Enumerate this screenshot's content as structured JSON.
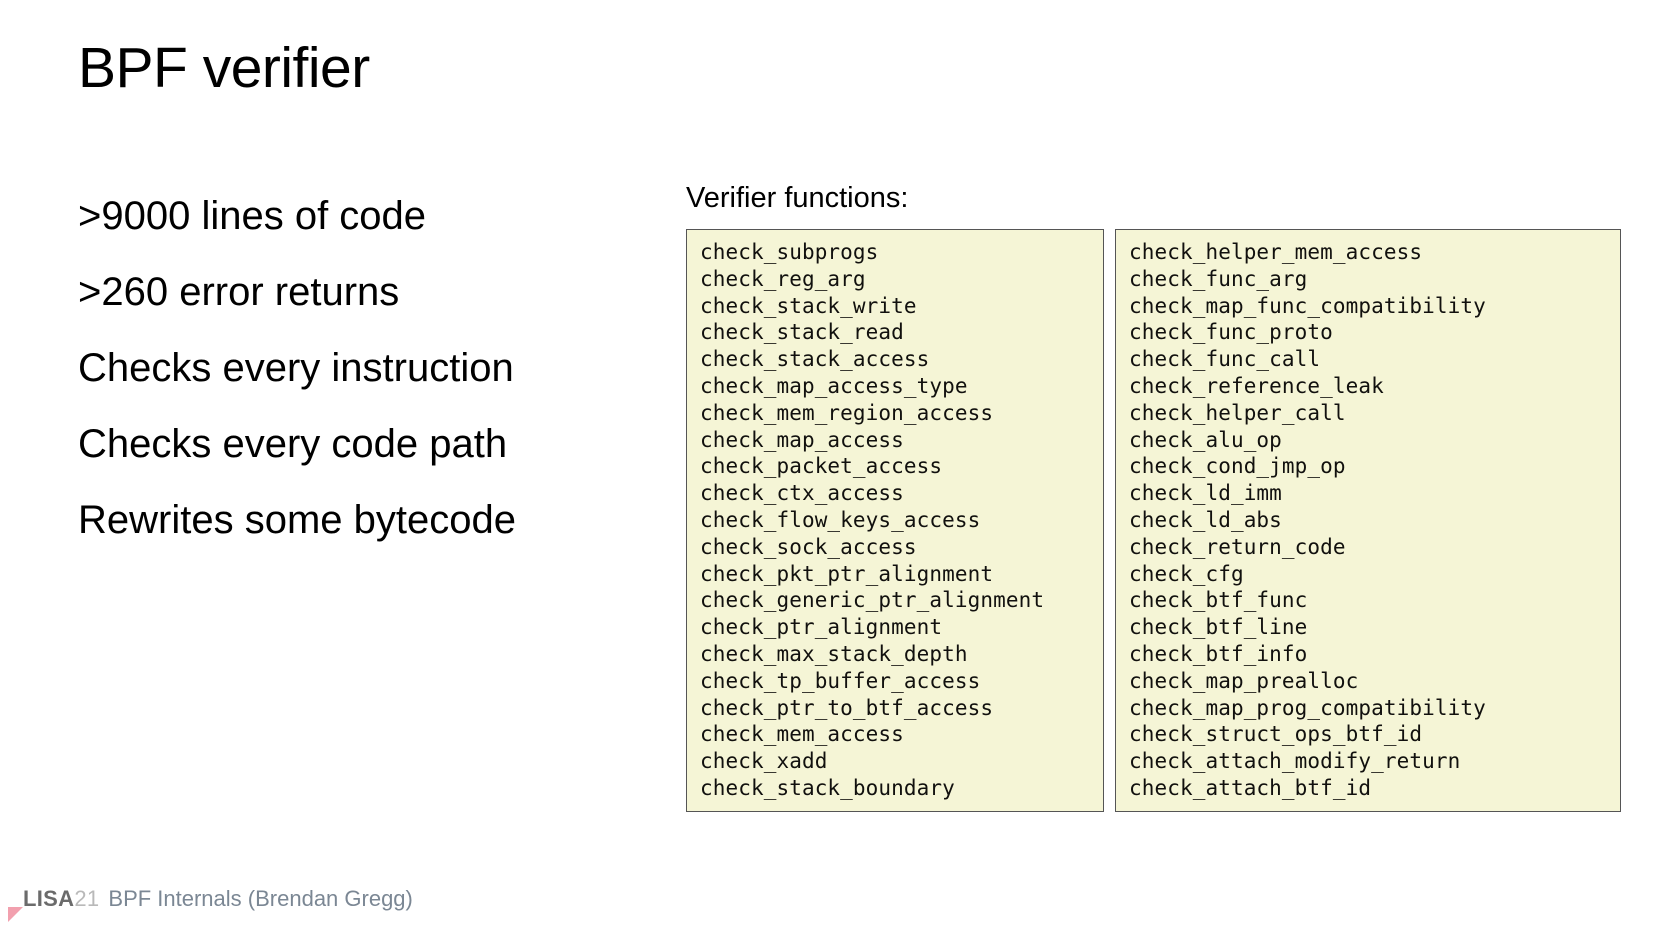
{
  "slide": {
    "title": "BPF verifier",
    "bullets": [
      ">9000 lines of code",
      ">260 error returns",
      "Checks every instruction",
      "Checks every code path",
      "Rewrites some bytecode"
    ]
  },
  "functions_panel": {
    "label": "Verifier functions:",
    "box_background": "#f5f5d6",
    "box_border": "#555555",
    "columns": [
      {
        "name": "left-column",
        "lines": [
          "check_subprogs",
          "check_reg_arg",
          "check_stack_write",
          "check_stack_read",
          "check_stack_access",
          "check_map_access_type",
          "check_mem_region_access",
          "check_map_access",
          "check_packet_access",
          "check_ctx_access",
          "check_flow_keys_access",
          "check_sock_access",
          "check_pkt_ptr_alignment",
          "check_generic_ptr_alignment",
          "check_ptr_alignment",
          "check_max_stack_depth",
          "check_tp_buffer_access",
          "check_ptr_to_btf_access",
          "check_mem_access",
          "check_xadd",
          "check_stack_boundary"
        ]
      },
      {
        "name": "right-column",
        "lines": [
          "check_helper_mem_access",
          "check_func_arg",
          "check_map_func_compatibility",
          "check_func_proto",
          "check_func_call",
          "check_reference_leak",
          "check_helper_call",
          "check_alu_op",
          "check_cond_jmp_op",
          "check_ld_imm",
          "check_ld_abs",
          "check_return_code",
          "check_cfg",
          "check_btf_func",
          "check_btf_line",
          "check_btf_info",
          "check_map_prealloc",
          "check_map_prog_compatibility",
          "check_struct_ops_btf_id",
          "check_attach_modify_return",
          "check_attach_btf_id"
        ]
      }
    ]
  },
  "footer": {
    "brand": "LISA",
    "year": "21",
    "subtitle": "BPF Internals (Brendan Gregg)",
    "mark_color": "#f2a0ae",
    "brand_color": "#6b6b6b",
    "year_color": "#b9b9b9",
    "subtitle_color": "#7b8794"
  }
}
